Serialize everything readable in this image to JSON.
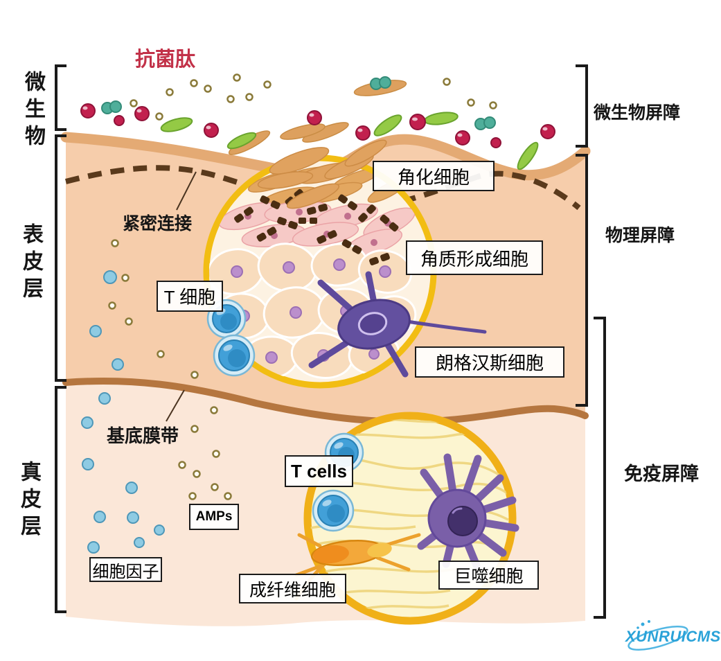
{
  "figure": {
    "title": "抗菌肽",
    "watermark": "XUNRUICMS",
    "description": "skin-barrier-diagram"
  },
  "left_layers": [
    {
      "id": "microbes",
      "label": "微生物"
    },
    {
      "id": "epidermis",
      "label": "表皮层"
    },
    {
      "id": "dermis",
      "label": "真皮层"
    }
  ],
  "right_barriers": [
    {
      "id": "microbial-barrier",
      "label": "微生物屏障"
    },
    {
      "id": "physical-barrier",
      "label": "物理屏障"
    },
    {
      "id": "immune-barrier",
      "label": "免疫屏障"
    }
  ],
  "callouts": {
    "keratinized_cell": "角化细胞",
    "tight_junction": "紧密连接",
    "keratinocyte": "角质形成细胞",
    "t_cell_cn": "T 细胞",
    "langerhans_cell": "朗格汉斯细胞",
    "basement_membrane_zone": "基底膜带",
    "t_cells_en": "T cells",
    "amps": "AMPs",
    "cytokine": "细胞因子",
    "fibroblast": "成纤维细胞",
    "macrophage": "巨噬细胞"
  },
  "palette": {
    "epidermis_fill": "#f6cdab",
    "dermis_fill": "#fbe7d8",
    "surface_band": "#e4aa74",
    "basement_line": "#b5763f",
    "tight_junction_dash": "#5a3a1c",
    "inset_ring_gold": "#f2bd13",
    "t_cell_blue": "#42a0d8",
    "immune_cell_purple": "#7a5fa8",
    "fibroblast_orange": "#f3a83a",
    "microbe_red": "#c2204e",
    "microbe_green_rod": "#94ca45",
    "microbe_teal": "#4fae9a",
    "title_red": "#c23249",
    "watermark_blue": "#2aa2d8"
  }
}
